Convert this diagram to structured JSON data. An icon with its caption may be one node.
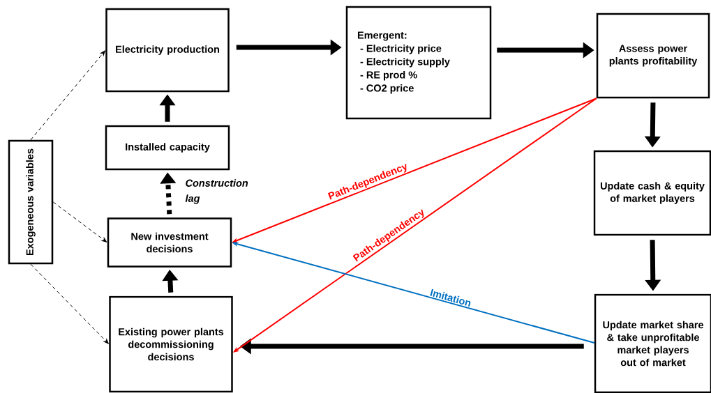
{
  "diagram": {
    "nodes": [
      {
        "text": [
          "Exogeneous variables"
        ]
      },
      {
        "text": [
          "Electricity production"
        ]
      },
      {
        "text": [
          "Installed capacity"
        ]
      },
      {
        "text": [
          "New investment decisions"
        ]
      },
      {
        "text": [
          "Existing power plants decommissioning decisions"
        ]
      },
      {
        "text": [
          "Emergent:",
          "-   Electricity price",
          "-   Electricity supply",
          "-   RE prod %",
          "-   CO2 price"
        ]
      },
      {
        "text": [
          "Assess power plants profitability"
        ]
      },
      {
        "text": [
          "Update cash & equity of market players"
        ]
      },
      {
        "text": [
          "Update market share & take unprofitable market players out of market"
        ]
      }
    ],
    "edges": [
      {
        "from": 0,
        "to": 1,
        "arrow": "to",
        "style": "dashed"
      },
      {
        "from": 0,
        "to": 3,
        "arrow": "to",
        "style": "dashed"
      },
      {
        "from": 0,
        "to": 4,
        "arrow": "to",
        "style": "dashed"
      },
      {
        "from": 2,
        "to": 1,
        "arrow": "to"
      },
      {
        "from": 3,
        "to": 2,
        "arrow": "to",
        "style": "dashed",
        "label": "Construction lag"
      },
      {
        "from": 4,
        "to": 3,
        "arrow": "to"
      },
      {
        "from": 1,
        "to": 5,
        "arrow": "to"
      },
      {
        "from": 5,
        "to": 6,
        "arrow": "to"
      },
      {
        "from": 6,
        "to": 7,
        "arrow": "to"
      },
      {
        "from": 7,
        "to": 8,
        "arrow": "to"
      },
      {
        "from": 8,
        "to": 4,
        "arrow": "to"
      },
      {
        "from": 6,
        "to": 3,
        "arrow": "to",
        "color": "#ff0000",
        "label": "Path-dependency"
      },
      {
        "from": 6,
        "to": 4,
        "arrow": "to",
        "color": "#ff0000",
        "label": "Path-dependency"
      },
      {
        "from": 8,
        "to": 3,
        "arrow": "to",
        "color": "#0070c0",
        "label": "Imitation"
      }
    ]
  }
}
